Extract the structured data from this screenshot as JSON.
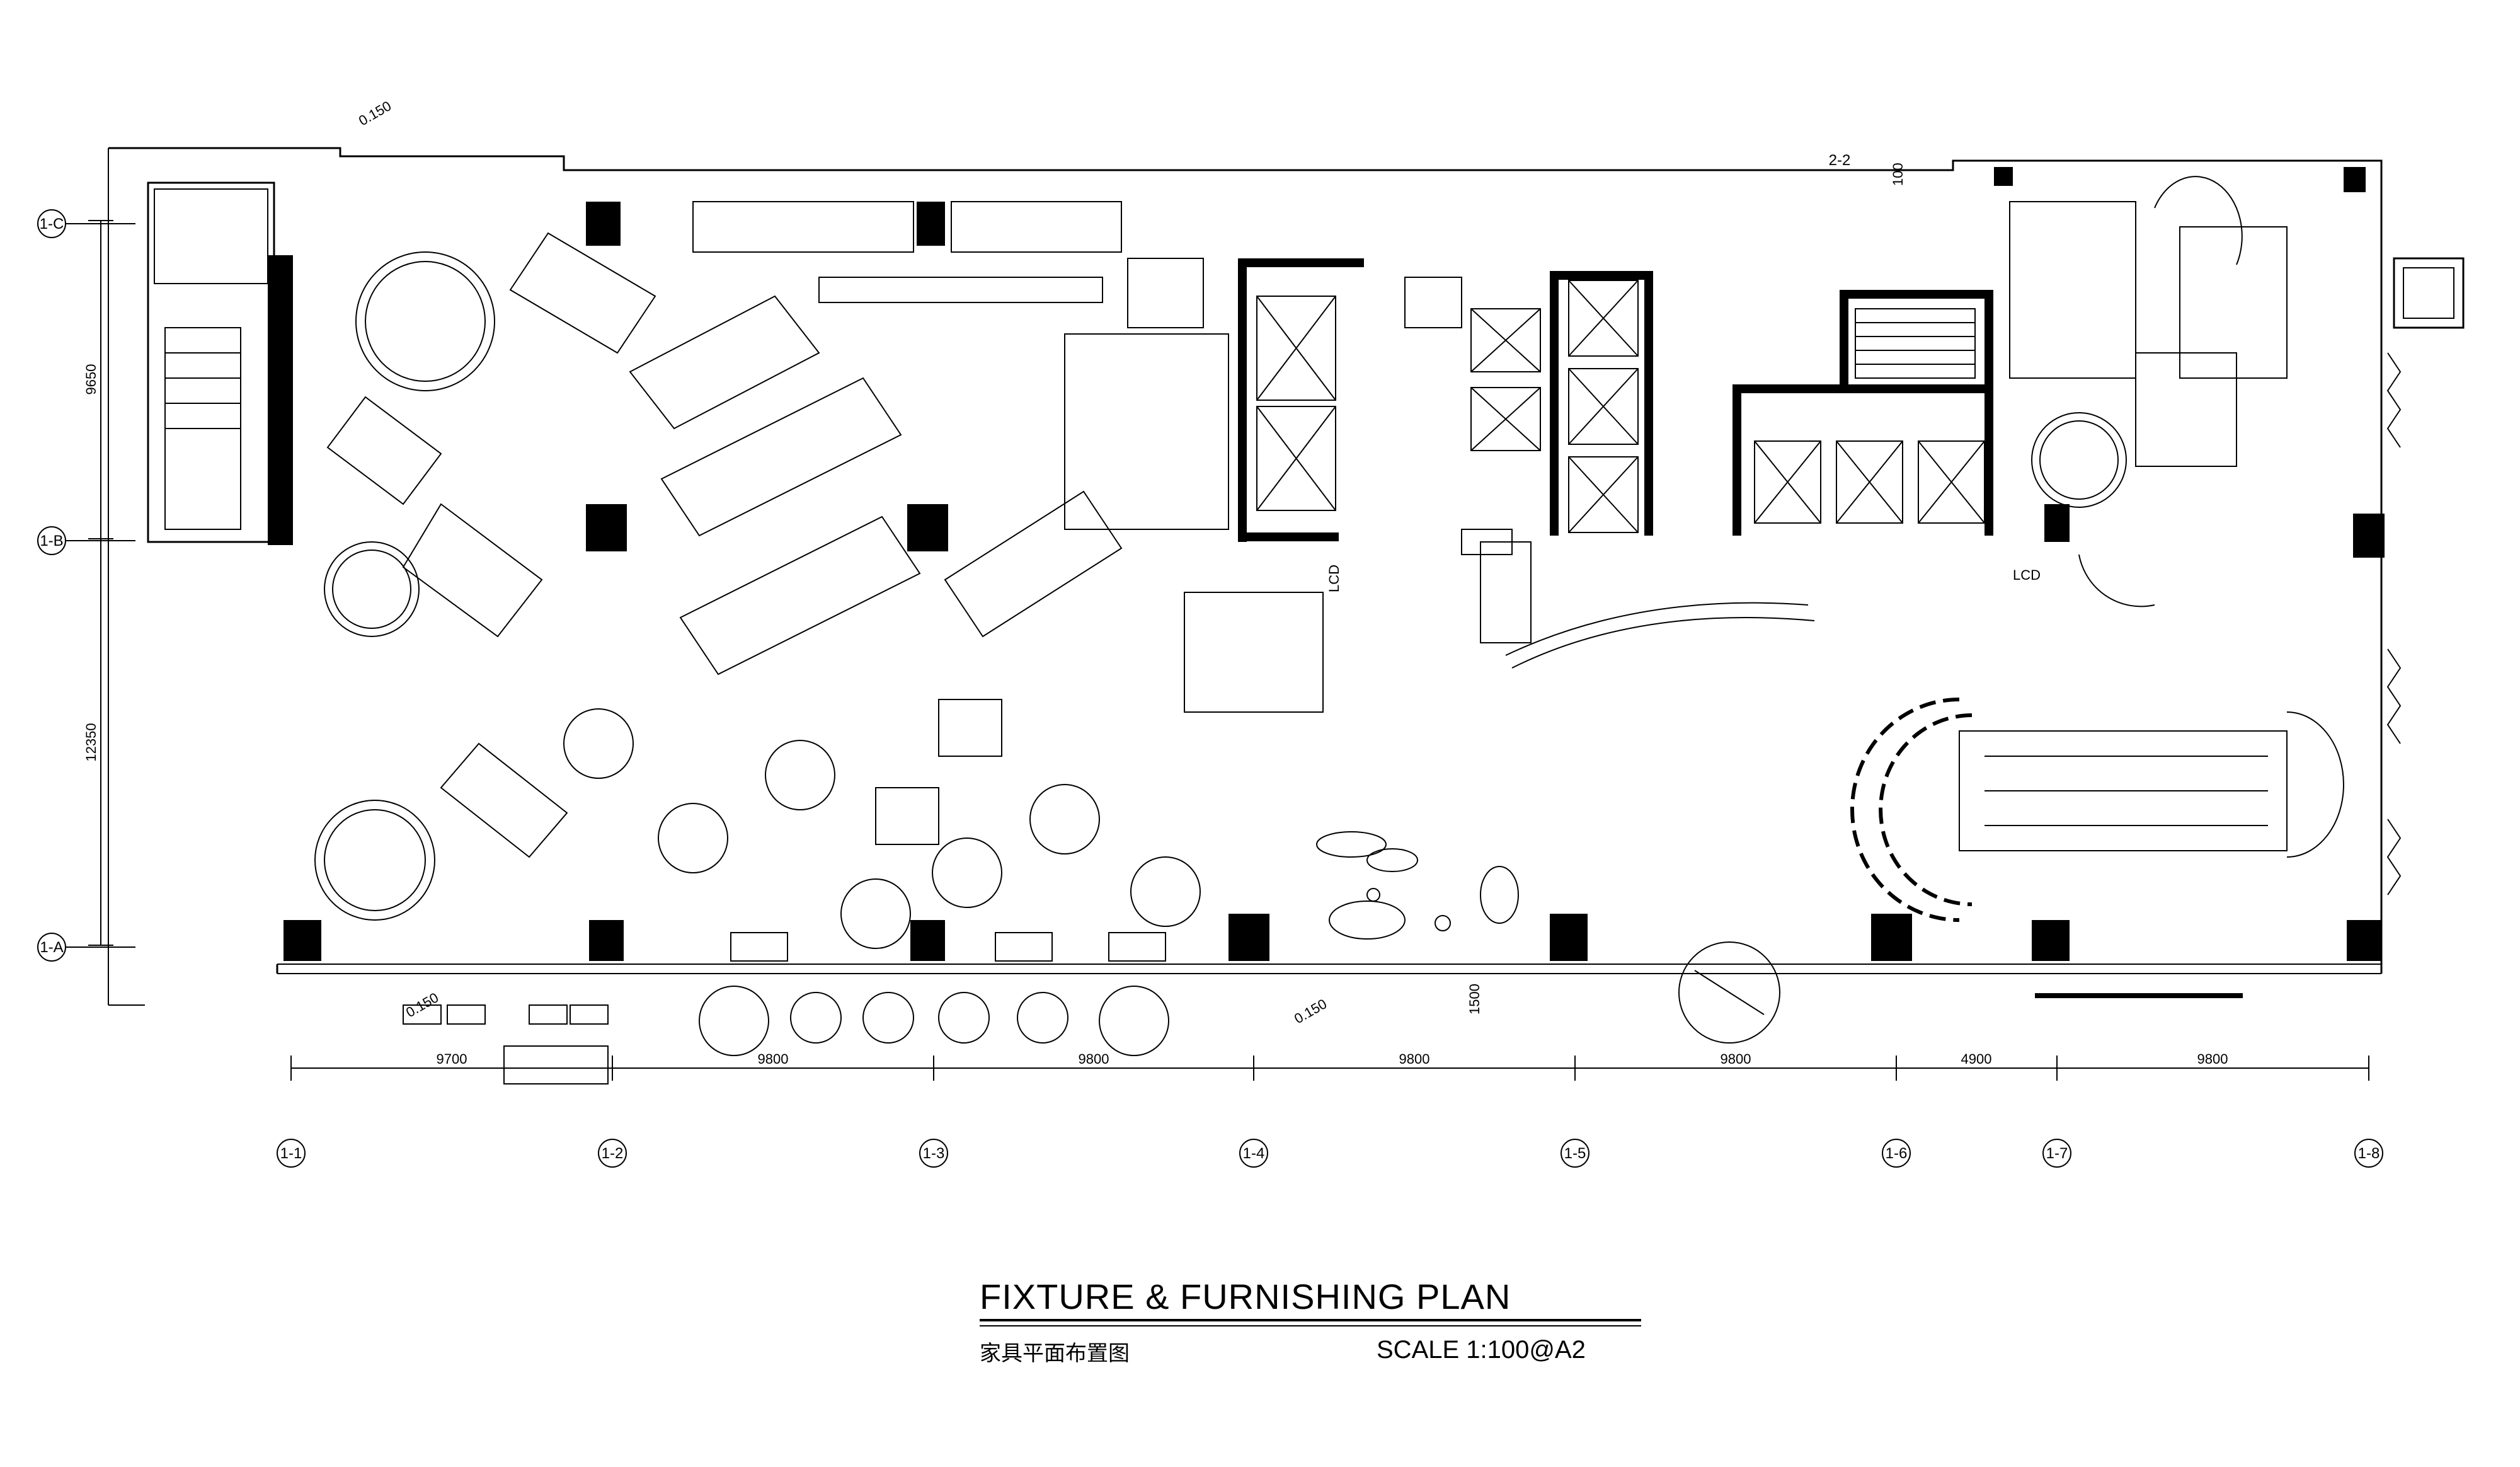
{
  "title": {
    "main": "FIXTURE & FURNISHING PLAN",
    "chinese": "家具平面布置图",
    "scale": "SCALE  1:100@A2"
  },
  "grid_columns": [
    "1-1",
    "1-2",
    "1-3",
    "1-4",
    "1-5",
    "1-6",
    "1-7",
    "1-8"
  ],
  "grid_rows": [
    "1-C",
    "1-B",
    "1-A"
  ],
  "column_dimensions": [
    "9700",
    "9800",
    "9800",
    "9800",
    "9800",
    "4900",
    "9800"
  ],
  "row_dimensions": [
    "9650",
    "12350"
  ],
  "annotations": {
    "section_mark": "2-2",
    "level_top": "0.150",
    "level_bottom": "0.150",
    "level_bottom_left": "0.150",
    "offset_1500": "1500",
    "offset_100": "100",
    "lcd_1": "LCD",
    "lcd_2": "LCD"
  }
}
